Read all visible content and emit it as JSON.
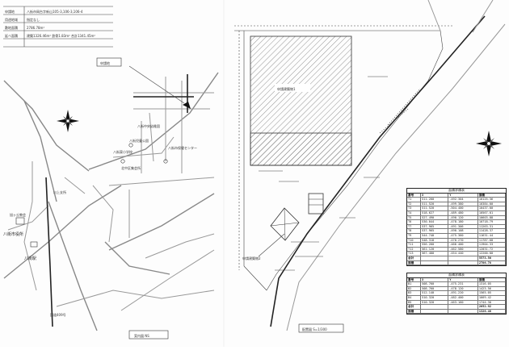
{
  "left_panel": {
    "info_rows": [
      {
        "label": "申請地",
        "value": "八街市岡台字新山105-3,106-3,106-4"
      },
      {
        "label": "用途地域",
        "value": "指定なし"
      },
      {
        "label": "敷地面積",
        "value": "2786.78m²"
      },
      {
        "label": "延べ面積",
        "value": "建築1326.46m²  鉄骨1.83m²  合計1341.45m²"
      }
    ],
    "site_label": "申請地",
    "place_labels": {
      "city_office": "八街市役所",
      "station": "八街駅",
      "school_a": "八街東小学校",
      "hospital": "八街市保健センター",
      "kindergarten": "八街中央幼稚園",
      "park": "八街児童公園",
      "branch": "川上支所",
      "community": "北中区集会所",
      "church": "旭ヶ丘教会",
      "route_label": "国道409号"
    },
    "caption": "案内図  NS"
  },
  "right_panel": {
    "building_label": "申請建築物1",
    "building2_label": "申請建築物2",
    "site_caption": "配置図 S=1/300",
    "area_table": {
      "title": "面積求積表",
      "header": [
        "番号",
        "X",
        "Y",
        "面積"
      ],
      "rows": [
        [
          "T1",
          "511.260",
          "-492.304",
          "10125.36"
        ],
        [
          "T2",
          "511.520",
          "-499.380",
          "10384.00"
        ],
        [
          "T3",
          "511.520",
          "-504.400",
          "10437.00"
        ],
        [
          "T4",
          "518.627",
          "-489.480",
          "10567.01"
        ],
        [
          "T5",
          "527.490",
          "-490.120",
          "10603.88"
        ],
        [
          "T6",
          "530.044",
          "-478.180",
          "10718.79"
        ],
        [
          "T7",
          "537.965",
          "-491.306",
          "11263.31"
        ],
        [
          "T8",
          "537.965",
          "-490.108",
          "11428.37"
        ],
        [
          "T9",
          "544.740",
          "-475.360",
          "11631.44"
        ],
        [
          "T10",
          "548.318",
          "-470.270",
          "11787.68"
        ],
        [
          "T11",
          "556.260",
          "-466.400",
          "11904.33"
        ],
        [
          "T12",
          "561.120",
          "-462.580",
          "12031.72"
        ],
        [
          "T13",
          "567.400",
          "-454.440",
          "12200.00"
        ]
      ],
      "totals": [
        [
          "合計",
          "",
          "",
          "5573.56"
        ],
        [
          "面積",
          "",
          "",
          "2786.78"
        ]
      ]
    },
    "area_table2": {
      "title": "面積求積表",
      "header": [
        "番号",
        "X",
        "Y",
        "面積"
      ],
      "rows": [
        [
          "B1",
          "508.760",
          "-475.231",
          "1316.05"
        ],
        [
          "B2",
          "508.760",
          "-478.120",
          "1423.56"
        ],
        [
          "B3",
          "512.140",
          "-491.220",
          "1565.05"
        ],
        [
          "B4",
          "510.320",
          "-482.400",
          "1669.42"
        ],
        [
          "B5",
          "510.320",
          "-463.160",
          "1744.30"
        ]
      ],
      "totals": [
        [
          "合計",
          "",
          "",
          "2652.92"
        ],
        [
          "面積",
          "",
          "",
          "1326.46"
        ]
      ]
    }
  }
}
